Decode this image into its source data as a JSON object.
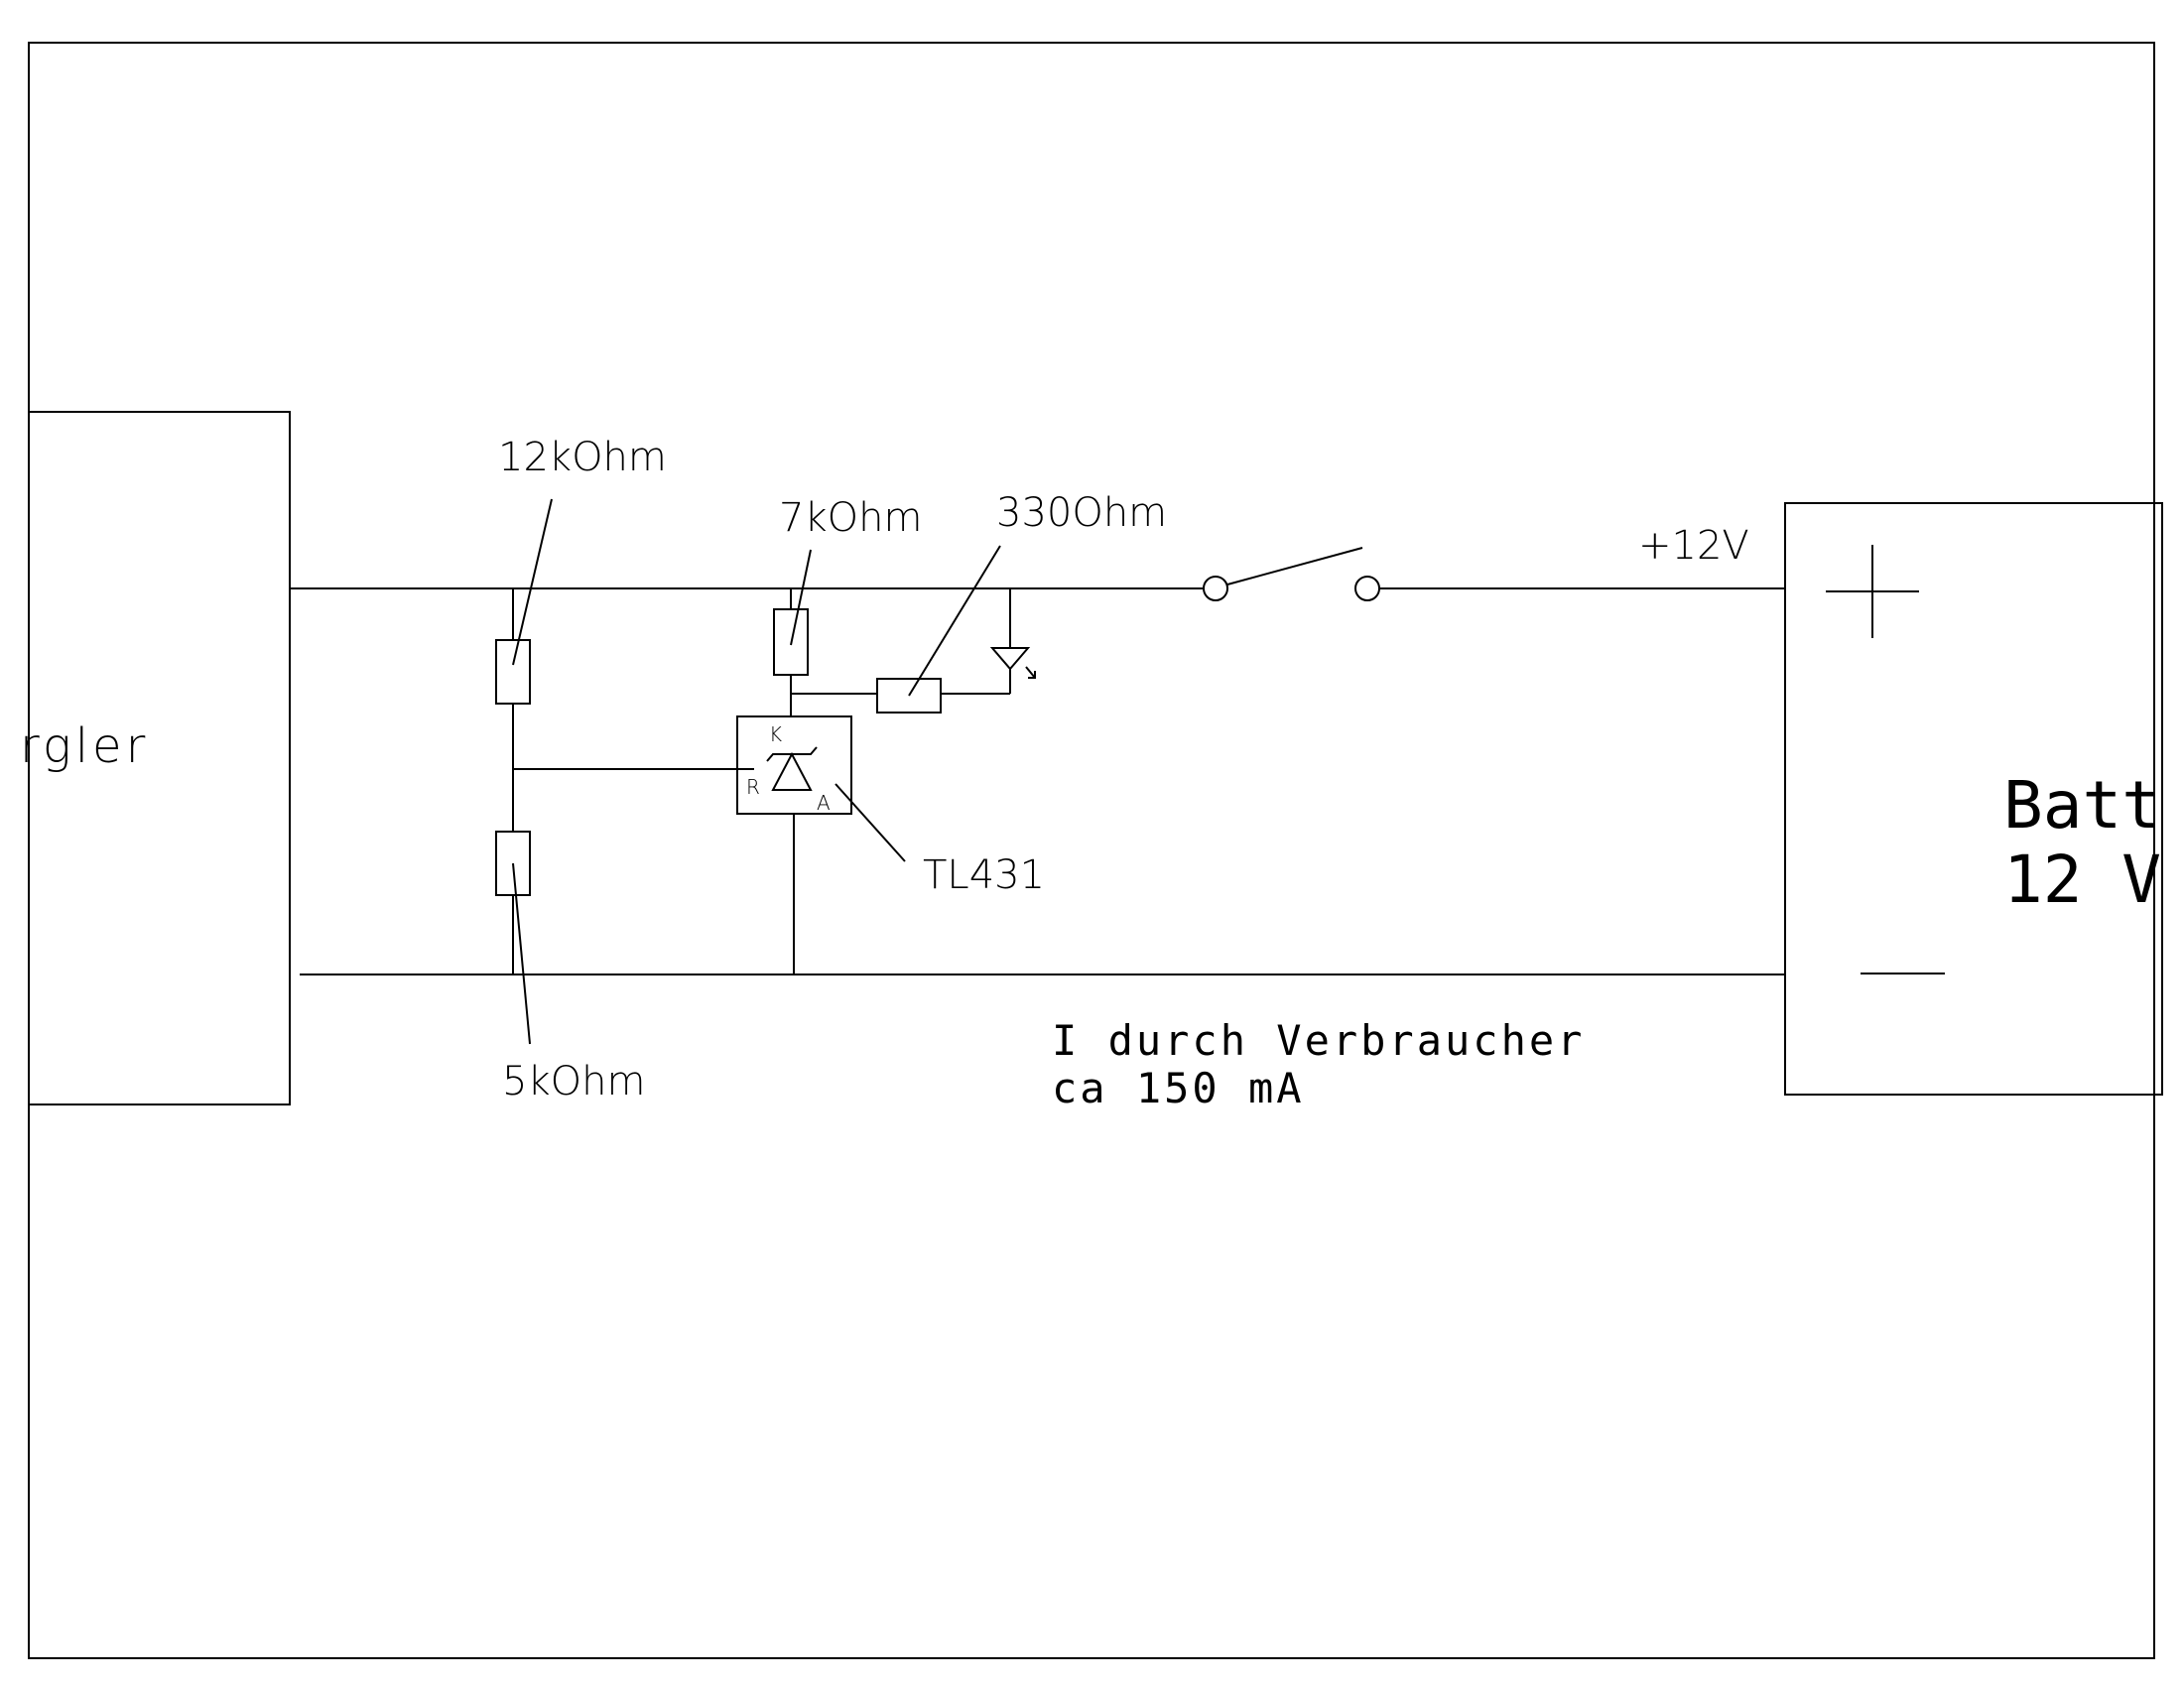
{
  "labels": {
    "regler": "rgler",
    "r1": "12kOhm",
    "r2": "5kOhm",
    "r3": "7kOhm",
    "r4": "330Ohm",
    "ic": "TL431",
    "pin_k": "K",
    "pin_r": "R",
    "pin_a": "A",
    "voltage": "+12V",
    "battery_line1": "Batt",
    "battery_line2": "12 V",
    "current_line1": "I durch Verbraucher",
    "current_line2": "ca 150 mA"
  }
}
